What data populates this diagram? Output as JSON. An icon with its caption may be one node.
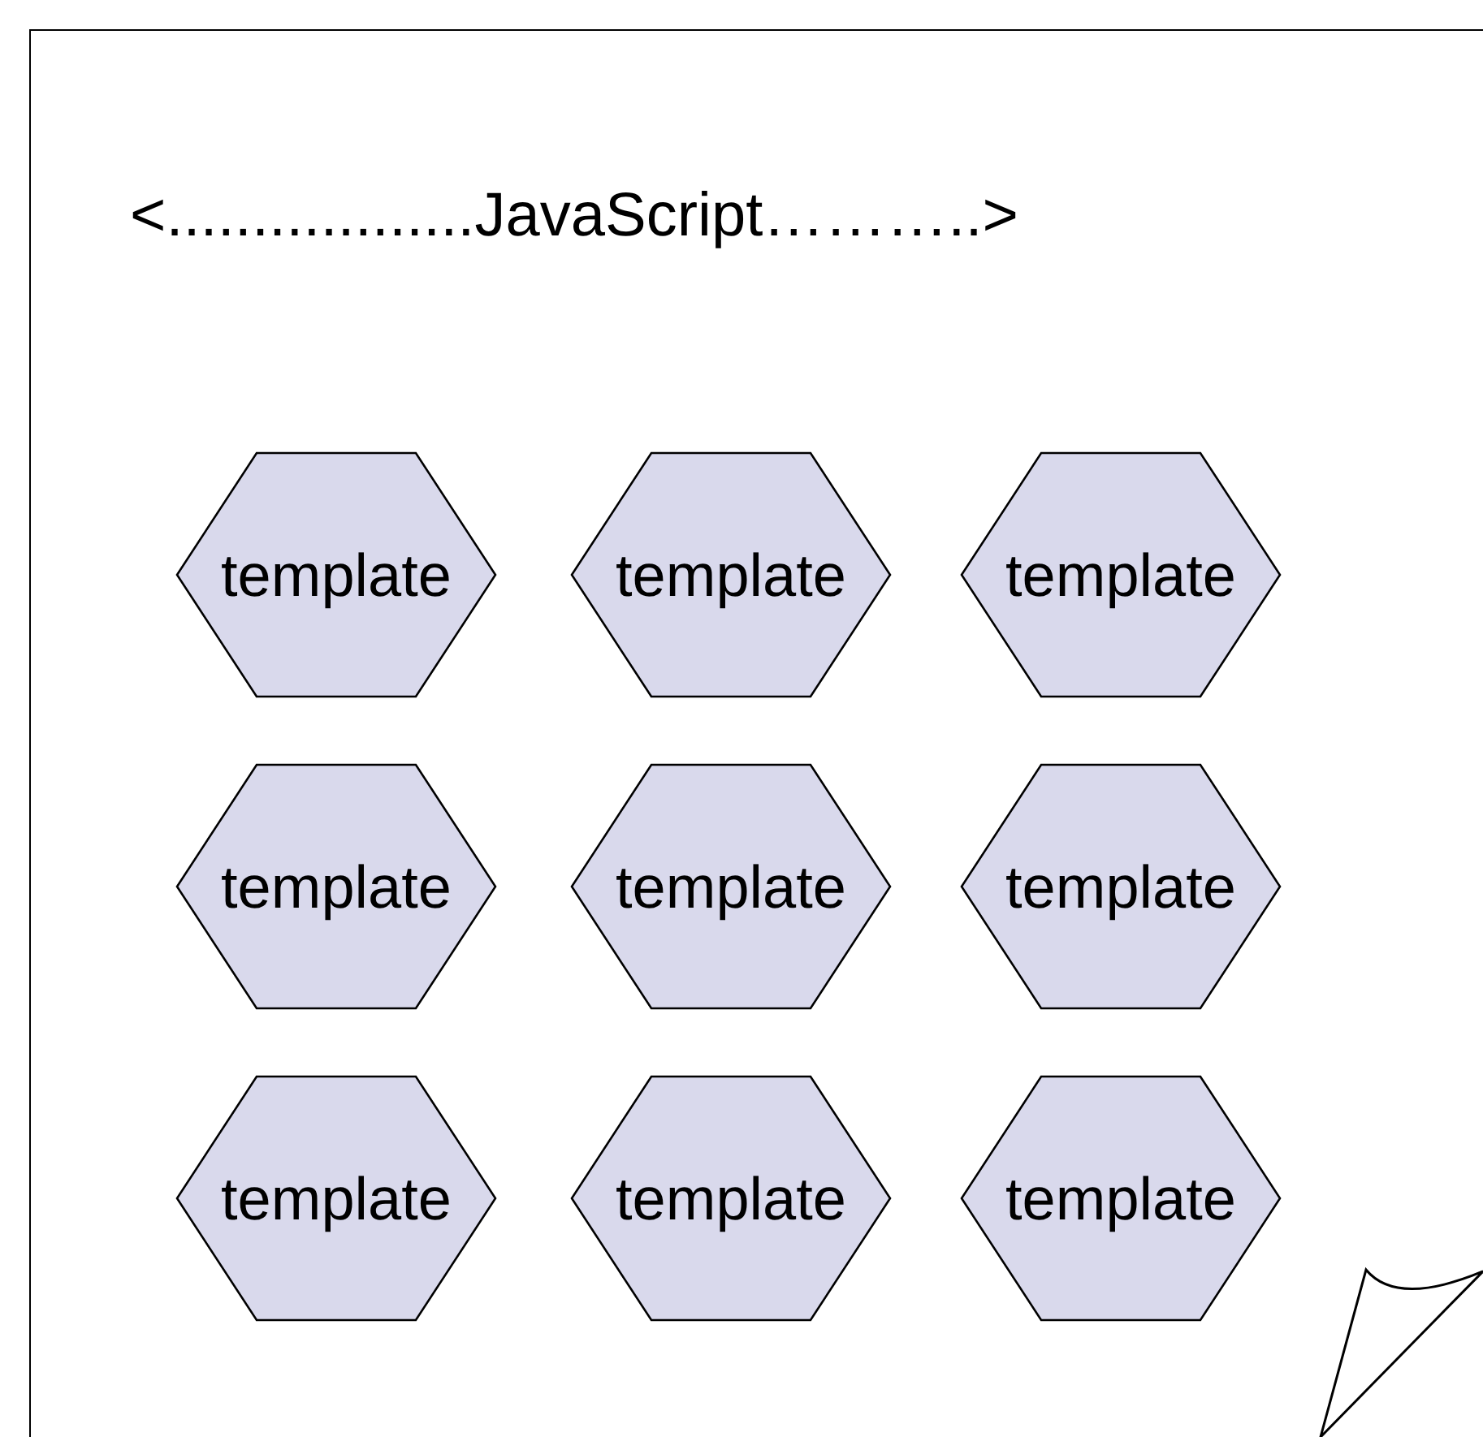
{
  "diagram": {
    "title": "<..................JavaScript………..>",
    "nodes": [
      {
        "text": [
          "template"
        ]
      },
      {
        "text": [
          "template"
        ]
      },
      {
        "text": [
          "template"
        ]
      },
      {
        "text": [
          "template"
        ]
      },
      {
        "text": [
          "template"
        ]
      },
      {
        "text": [
          "template"
        ]
      },
      {
        "text": [
          "template"
        ]
      },
      {
        "text": [
          "template"
        ]
      },
      {
        "text": [
          "template"
        ]
      }
    ]
  }
}
